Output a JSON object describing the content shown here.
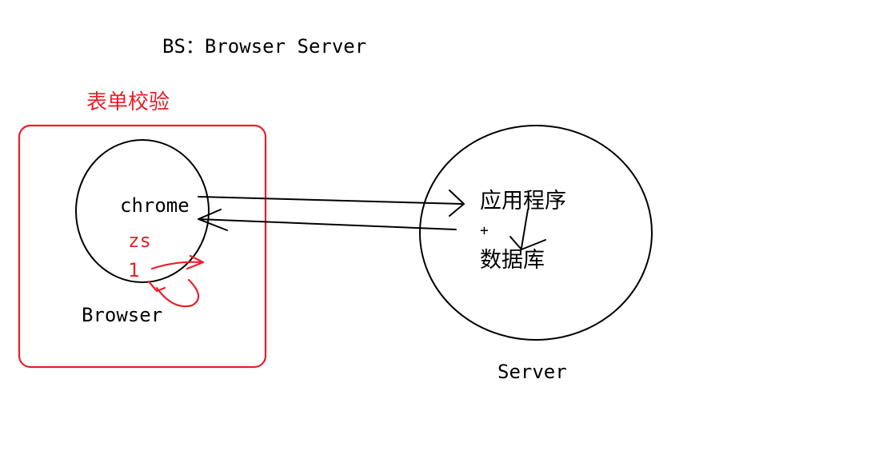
{
  "title": "BS：Browser Server",
  "browser_side": {
    "caption": "表单校验",
    "app_label": "chrome",
    "input_value_1": "zs",
    "input_value_2": "1",
    "label": "Browser"
  },
  "server_side": {
    "program": "应用程序",
    "plus": "+",
    "database": "数据库",
    "label": "Server"
  },
  "colors": {
    "ink": "#000000",
    "annotation": "#e8202a",
    "background": "#ffffff"
  }
}
